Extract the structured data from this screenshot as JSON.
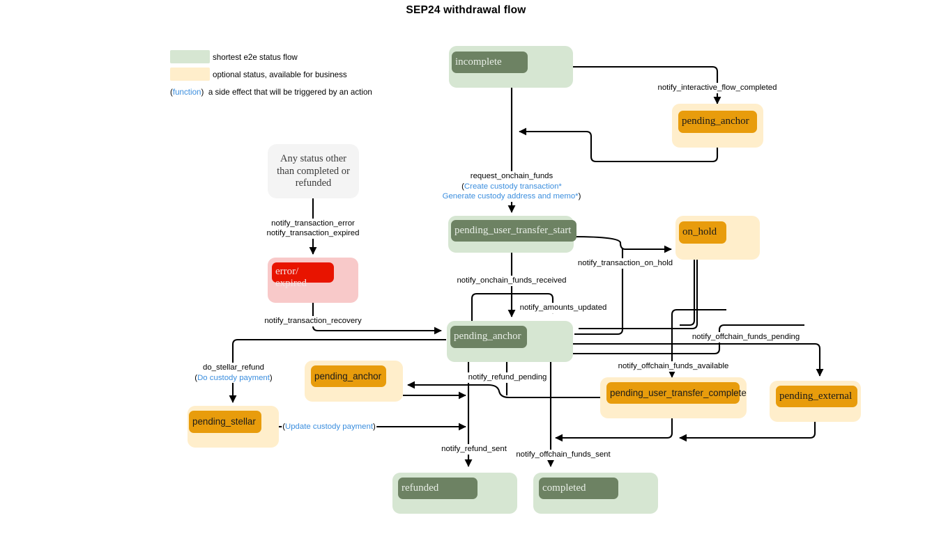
{
  "title": "SEP24 withdrawal flow",
  "legend": {
    "items": [
      {
        "name": "shortest-e2e",
        "color": "#d6e6d2",
        "text": "shortest e2e status flow"
      },
      {
        "name": "optional-status",
        "color": "#ffeecb",
        "text": "optional status, available for business"
      }
    ],
    "function_note": {
      "paren_open": "(",
      "keyword": "function",
      "paren_close": ")",
      "text": "a side effect that will be triggered by an action"
    }
  },
  "nodes": {
    "incomplete": {
      "label": "incomplete",
      "type": "green"
    },
    "pending_anchor_top": {
      "label": "pending_anchor",
      "type": "orange"
    },
    "any_status_note": {
      "label": "Any status other than completed or refunded",
      "type": "note"
    },
    "error_expired": {
      "label": "error/ expired",
      "line1": "error/",
      "line2": "expired",
      "type": "error"
    },
    "pending_user_transfer_start": {
      "label": "pending_user_transfer_start",
      "type": "green"
    },
    "on_hold": {
      "label": "on_hold",
      "type": "orange"
    },
    "pending_anchor_center": {
      "label": "pending_anchor",
      "type": "green"
    },
    "pending_anchor_refund": {
      "label": "pending_anchor",
      "type": "orange"
    },
    "pending_user_transfer_complete": {
      "label": "pending_user_transfer_complete",
      "type": "orange"
    },
    "pending_external": {
      "label": "pending_external",
      "type": "orange"
    },
    "pending_stellar": {
      "label": "pending_stellar",
      "type": "orange"
    },
    "refunded": {
      "label": "refunded",
      "type": "green"
    },
    "completed": {
      "label": "completed",
      "type": "green"
    }
  },
  "edge_labels": {
    "notify_interactive_flow_completed": "notify_interactive_flow_completed",
    "request_onchain_funds": "request_onchain_funds",
    "create_custody_transaction": "Create custody transaction*",
    "generate_custody_address": "Generate custody address and memo*",
    "notify_transaction_error": "notify_transaction_error",
    "notify_transaction_expired": "notify_transaction_expired",
    "notify_transaction_recovery": "notify_transaction_recovery",
    "notify_onchain_funds_received": "notify_onchain_funds_received",
    "notify_amounts_updated": "notify_amounts_updated",
    "notify_transaction_on_hold": "notify_transaction_on_hold",
    "notify_offchain_funds_pending": "notify_offchain_funds_pending",
    "notify_offchain_funds_available": "notify_offchain_funds_available",
    "notify_refund_pending": "notify_refund_pending",
    "notify_refund_sent": "notify_refund_sent",
    "notify_offchain_funds_sent": "notify_offchain_funds_sent",
    "do_stellar_refund": "do_stellar_refund",
    "do_custody_payment": "Do custody payment",
    "update_custody_payment": "Update custody payment"
  },
  "colors": {
    "green_outer": "#d6e6d2",
    "green_inner": "#6d8263",
    "orange_outer": "#ffeecb",
    "orange_inner": "#e89c0c",
    "error_outer": "#f8c9c9",
    "error_inner": "#e81400",
    "note": "#f4f4f4",
    "function_text": "#3b8ede",
    "edge": "#000000"
  }
}
